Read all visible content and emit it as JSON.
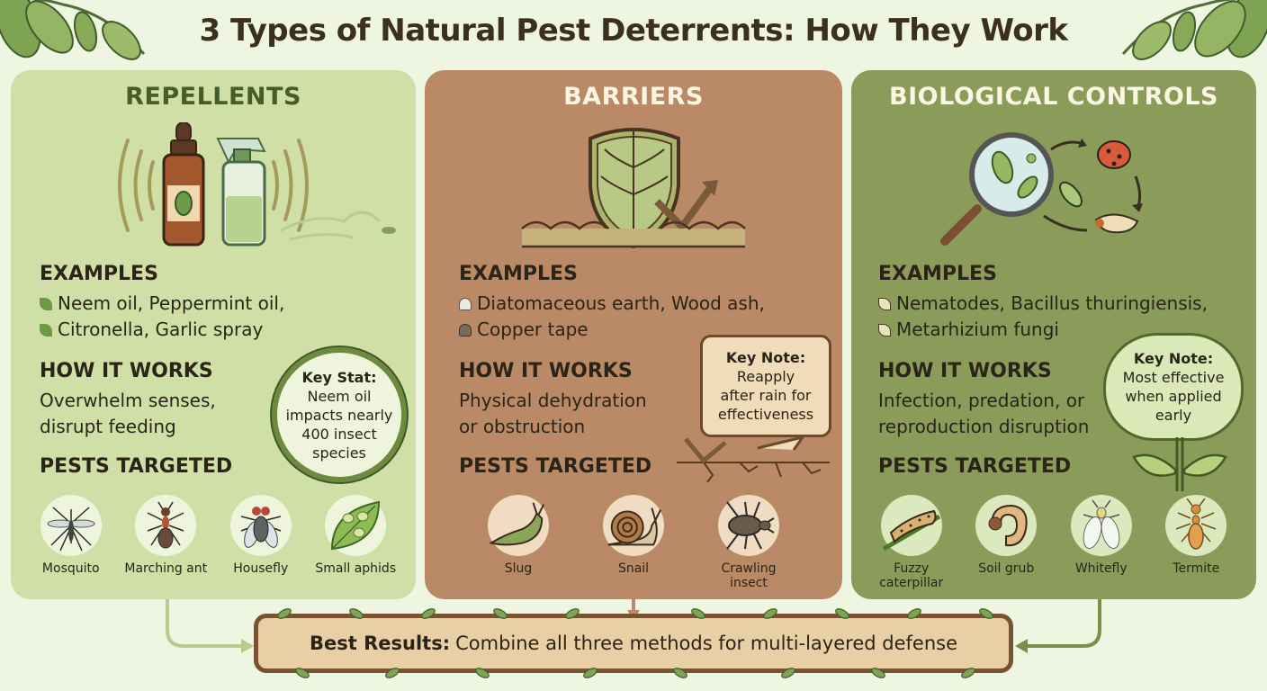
{
  "title": "3 Types of Natural Pest Deterrents: How They Work",
  "colors": {
    "background": "#eef5e0",
    "repellents_panel": "#cfdfa5",
    "barriers_panel": "#b98a65",
    "biological_panel": "#8b9c5a",
    "banner": "#e8cfa6"
  },
  "panels": [
    {
      "id": "repellents",
      "heading": "REPELLENTS",
      "hero_icon": "oil-dropper-and-spray-bottle-icon",
      "examples_heading": "EXAMPLES",
      "examples": [
        "Neem oil, Peppermint oil,",
        "Citronella, Garlic spray"
      ],
      "how_heading": "HOW IT WORKS",
      "how_lines": [
        "Overwhelm senses,",
        "disrupt feeding"
      ],
      "pests_heading": "PESTS TARGETED",
      "callout": {
        "title": "Key Stat:",
        "lines": [
          "Neem oil",
          "impacts nearly",
          "400 insect",
          "species"
        ]
      },
      "pests": [
        {
          "label": "Mosquito",
          "icon": "mosquito-icon"
        },
        {
          "label": "Marching ant",
          "icon": "ant-icon"
        },
        {
          "label": "Housefly",
          "icon": "housefly-icon"
        },
        {
          "label": "Small aphids",
          "icon": "aphids-on-leaf-icon"
        }
      ]
    },
    {
      "id": "barriers",
      "heading": "BARRIERS",
      "hero_icon": "leaf-shield-icon",
      "examples_heading": "EXAMPLES",
      "examples": [
        "Diatomaceous earth, Wood ash,",
        "Copper tape"
      ],
      "how_heading": "HOW IT WORKS",
      "how_lines": [
        "Physical dehydration",
        "or obstruction"
      ],
      "pests_heading": "PESTS TARGETED",
      "callout": {
        "title": "Key Note:",
        "lines": [
          "Reapply",
          "after rain for",
          "effectiveness"
        ]
      },
      "pests": [
        {
          "label": "Slug",
          "icon": "slug-icon"
        },
        {
          "label": "Snail",
          "icon": "snail-icon"
        },
        {
          "label": "Crawling insect",
          "icon": "crawling-insect-icon"
        }
      ]
    },
    {
      "id": "biological",
      "heading": "BIOLOGICAL CONTROLS",
      "hero_icon": "magnifier-microbes-cycle-icon",
      "examples_heading": "EXAMPLES",
      "examples": [
        "Nematodes, Bacillus thuringiensis,",
        "Metarhizium fungi"
      ],
      "how_heading": "HOW IT WORKS",
      "how_lines": [
        "Infection, predation, or",
        "reproduction disruption"
      ],
      "pests_heading": "PESTS TARGETED",
      "callout": {
        "title": "Key Note:",
        "lines": [
          "Most effective",
          "when applied",
          "early"
        ]
      },
      "pests": [
        {
          "label": "Fuzzy caterpillar",
          "icon": "caterpillar-icon"
        },
        {
          "label": "Soil grub",
          "icon": "grub-icon"
        },
        {
          "label": "Whitefly",
          "icon": "whitefly-icon"
        },
        {
          "label": "Termite",
          "icon": "termite-icon"
        }
      ]
    }
  ],
  "footer": {
    "bold": "Best Results:",
    "text": "Combine all three methods for multi-layered defense"
  }
}
